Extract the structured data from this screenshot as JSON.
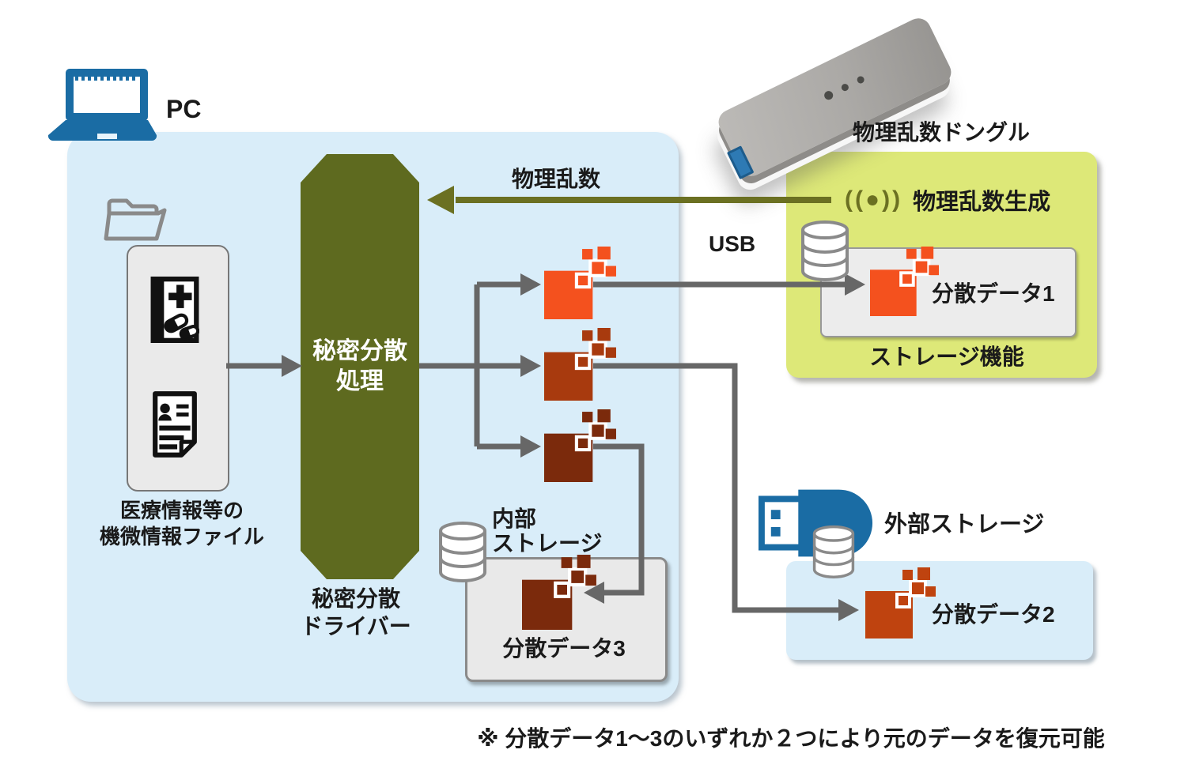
{
  "pc_area": {
    "label": "PC",
    "source_file": {
      "caption_line1": "医療情報等の",
      "caption_line2": "機微情報ファイル"
    },
    "process": {
      "title_line1": "秘密分散",
      "title_line2": "処理",
      "caption_line1": "秘密分散",
      "caption_line2": "ドライバー"
    },
    "internal_storage": {
      "title_line1": "内部",
      "title_line2": "ストレージ",
      "item_label": "分散データ3"
    }
  },
  "dongle": {
    "label": "物理乱数ドングル",
    "generator": {
      "icon": "((●))",
      "label": "物理乱数生成"
    },
    "storage": {
      "item_label": "分散データ1",
      "caption": "ストレージ機能"
    }
  },
  "external_storage": {
    "label": "外部ストレージ",
    "item_label": "分散データ2"
  },
  "connections": {
    "random_label": "物理乱数",
    "usb_label": "USB"
  },
  "note": "※ 分散データ1〜3のいずれか２つにより元のデータを復元可能",
  "palette": {
    "panel_blue": "#d9edf9",
    "panel_yellow": "#dde878",
    "process_olive": "#5e6a1f",
    "olive_arrow": "#6b7022",
    "line_gray": "#676767",
    "device_blue": "#1a6ca4",
    "fragment1_orange": "#f4511e",
    "fragment2_rust": "#b33d10",
    "fragment3_brown": "#7b2a0c"
  }
}
